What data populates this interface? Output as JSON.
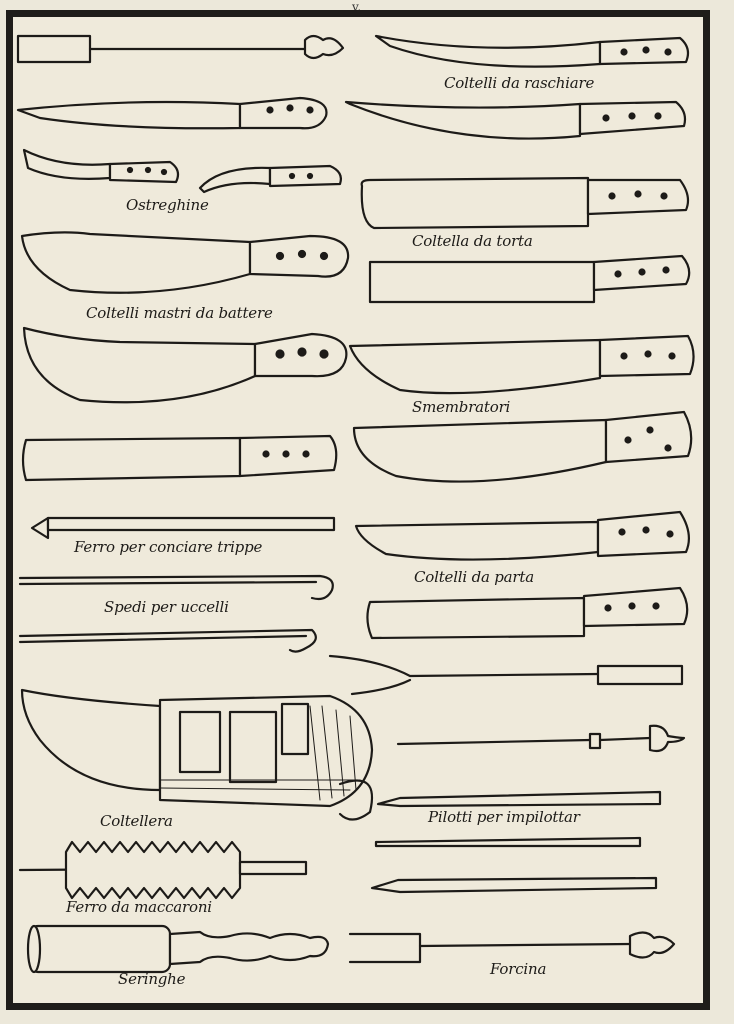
{
  "page": {
    "corner_mark": "v."
  },
  "captions": {
    "coltelli_da_raschiare": "Coltelli da raschiare",
    "ostreghine": "Ostreghine",
    "coltella_da_torta": "Coltella da torta",
    "coltelli_mastri_da_battere": "Coltelli mastri da battere",
    "smembratori": "Smembratori",
    "ferro_per_conciare_trippe": "Ferro per conciare trippe",
    "coltelli_da_parta": "Coltelli da parta",
    "spedi_per_uccelli": "Spedi per uccelli",
    "coltellera": "Coltellera",
    "pilotti_per_impilottar": "Pilotti per impilottar",
    "ferro_da_maccaroni": "Ferro da maccaroni",
    "seringhe": "Seringhe",
    "forcina": "Forcina"
  },
  "colors": {
    "ink": "#1d1b18",
    "paper": "#efeadb",
    "frame": "#1f1d1a"
  }
}
